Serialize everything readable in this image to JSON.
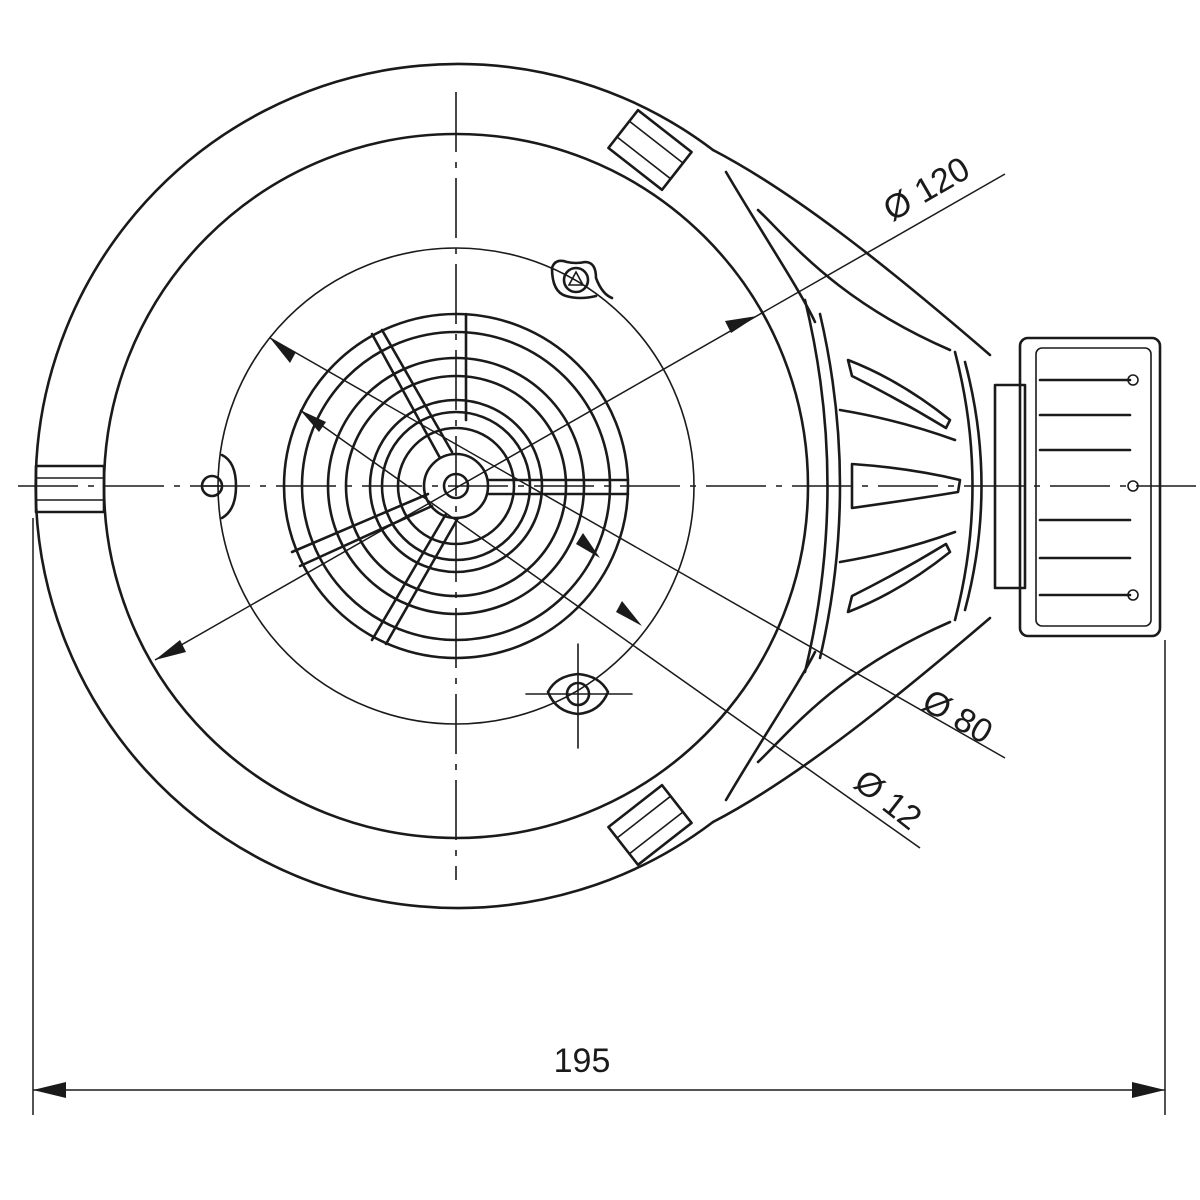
{
  "drawing": {
    "dimensions": {
      "overall_width": "195",
      "diameter_outer": "Ø 120",
      "diameter_mid": "Ø 80",
      "diameter_center": "Ø 12"
    },
    "line_color": "#1a1a1a",
    "background": "#ffffff"
  }
}
